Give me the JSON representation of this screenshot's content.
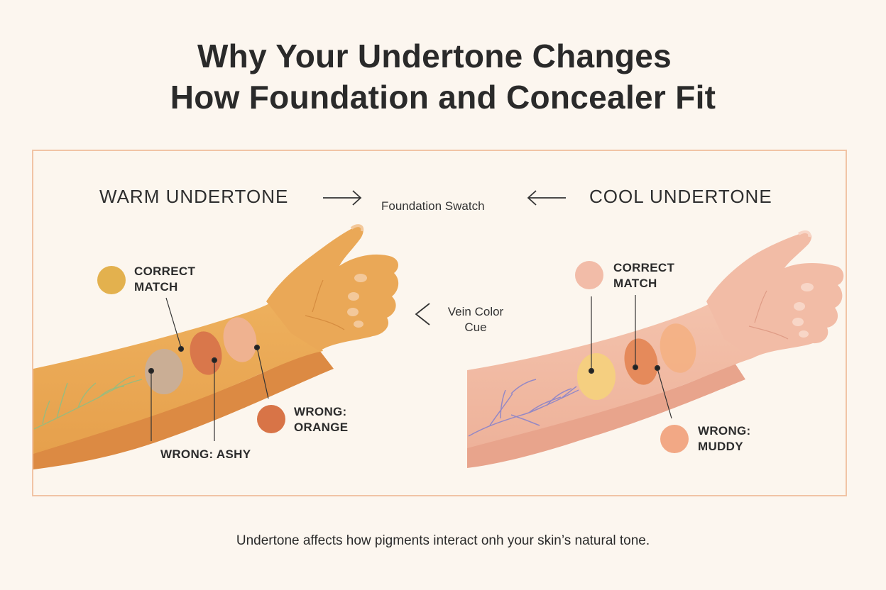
{
  "title": {
    "line1": "Why Your Undertone Changes",
    "line2": "How Foundation and Concealer Fit"
  },
  "headers": {
    "warm": "WARM UNDERTONE",
    "cool": "COOL UNDERTONE",
    "center": "Foundation Swatch"
  },
  "vein_cue": {
    "line1": "Vein Color",
    "line2": "Cue"
  },
  "warm_panel": {
    "skin_color": "#e9a553",
    "vein_color": "#8bbf8a",
    "labels": {
      "correct": [
        "CORRECT",
        "MATCH"
      ],
      "ashy": "WRONG: ASHY",
      "orange": [
        "WRONG:",
        "ORANGE"
      ]
    },
    "swatches": {
      "correct": "#e3b14e",
      "ashy": "#c7ad98",
      "orange_on_arm": "#d9764a",
      "pink_on_arm": "#eeb090",
      "orange_legend": "#d87447"
    }
  },
  "cool_panel": {
    "skin_color": "#f0b7a0",
    "vein_color": "#8c84c9",
    "labels": {
      "correct": [
        "CORRECT",
        "MATCH"
      ],
      "muddy": [
        "WRONG:",
        "MUDDY"
      ]
    },
    "swatches": {
      "correct_legend": "#f2bca8",
      "yellow_on_arm": "#f5cf80",
      "orange_on_arm": "#e58a5b",
      "peach_on_arm": "#f4b083",
      "muddy_legend": "#f2a885"
    }
  },
  "frame_border_color": "#f1c4a5",
  "footer": "Undertone affects how pigments interact onh your skin’s natural tone."
}
